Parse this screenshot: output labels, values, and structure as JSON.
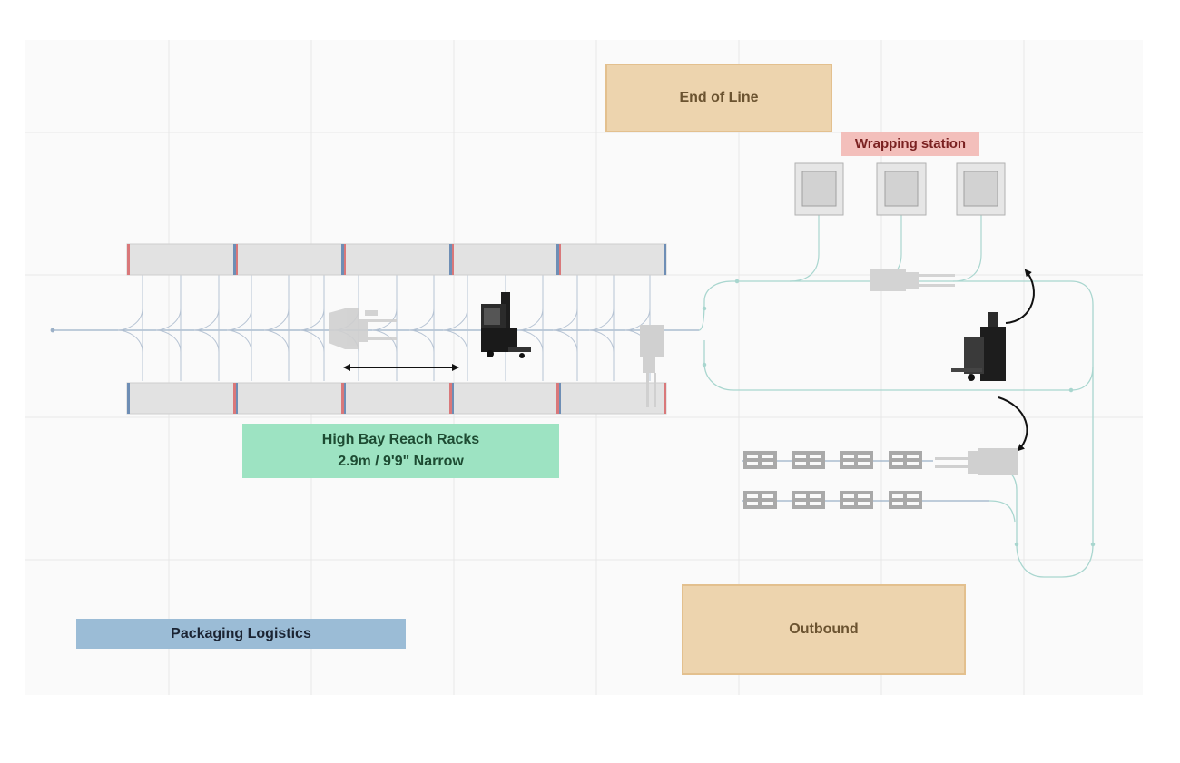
{
  "labels": {
    "end_of_line": "End of Line",
    "wrapping_station": "Wrapping station",
    "rack_title": "High Bay Reach Racks",
    "rack_subtitle": "2.9m / 9'9\" Narrow",
    "packaging": "Packaging Logistics",
    "outbound": "Outbound"
  },
  "colors": {
    "grid_background": "#fafafa",
    "grid_line": "#e8e8e8",
    "rack_fill": "#e2e2e2",
    "rack_mark_red": "#d9787a",
    "rack_mark_blue": "#6e8eb5",
    "path_line": "#a9d6cf",
    "flow_line": "#9bb0c7",
    "end_of_line": "#edd4ae",
    "wrapping_station": "#f3bfbb",
    "high_bay_racks": "#9de3c2",
    "packaging_logistics": "#9bbcd6",
    "outbound": "#edd4ae"
  },
  "icons": [
    "reach-truck-icon",
    "forklift-ghost-icon",
    "wrapping-station-icon",
    "pallet-icon",
    "double-arrow-icon",
    "curved-arrow-icon"
  ]
}
